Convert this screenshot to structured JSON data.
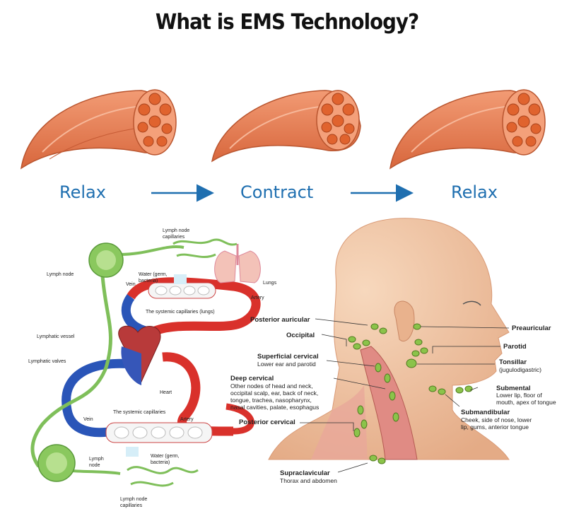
{
  "title": "What is EMS Technology?",
  "phases": [
    "Relax",
    "Contract",
    "Relax"
  ],
  "colors": {
    "muscle": "#e8805a",
    "muscle_dark": "#c65a34",
    "fiber": "#e0632e",
    "arrow": "#1f6fb0",
    "artery": "#d9312b",
    "vein": "#2a55b8",
    "lymph": "#7fbf5a",
    "node": "#8ac85e",
    "skin": "#f3c9a8"
  },
  "circulatory": {
    "lymph_node_capillaries_top": [
      "Lymph node",
      "capillaries"
    ],
    "lymph_node_left": "Lymph node",
    "water_top": [
      "Water (germ,",
      "bacteria)"
    ],
    "vein_top": "Vein",
    "lungs": "Lungs",
    "artery_top": "Artery",
    "systemic_lungs": "The systemic capillaries (lungs)",
    "lymphatic_vessel": "Lymphatic vessel",
    "lymphatic_valves": "Lymphatic valves",
    "heart": "Heart",
    "systemic_bottom": "The systemic capillaries",
    "vein_bottom": "Vein",
    "artery_bottom": "Artery",
    "lymph_node_bottom": [
      "Lymph",
      "node"
    ],
    "water_bottom": [
      "Water (germ,",
      "bacteria)"
    ],
    "lymph_node_capillaries_bottom": [
      "Lymph node",
      "capillaries"
    ]
  },
  "head": {
    "posterior_auricular": "Posterior auricular",
    "occipital": "Occipital",
    "superficial_cervical": "Superficial cervical",
    "superficial_cervical_desc": "Lower ear and parotid",
    "deep_cervical": "Deep cervical",
    "deep_cervical_desc": [
      "Other nodes of head and neck,",
      "occipital scalp, ear, back of neck,",
      "tongue, trachea, nasopharynx,",
      "nasal cavities, palate, esophagus"
    ],
    "posterior_cervical": "Posterior cervical",
    "supraclavicular": "Supraclavicular",
    "supraclavicular_desc": "Thorax and abdomen",
    "preauricular": "Preauricular",
    "parotid": "Parotid",
    "tonsillar": "Tonsillar",
    "tonsillar_desc": "(jugulodigastric)",
    "submental": "Submental",
    "submental_desc": [
      "Lower lip, floor of",
      "mouth, apex of tongue"
    ],
    "submandibular": "Submandibular",
    "submandibular_desc": [
      "Cheek, side of nose, lower",
      "lip, gums, anterior tongue"
    ]
  }
}
